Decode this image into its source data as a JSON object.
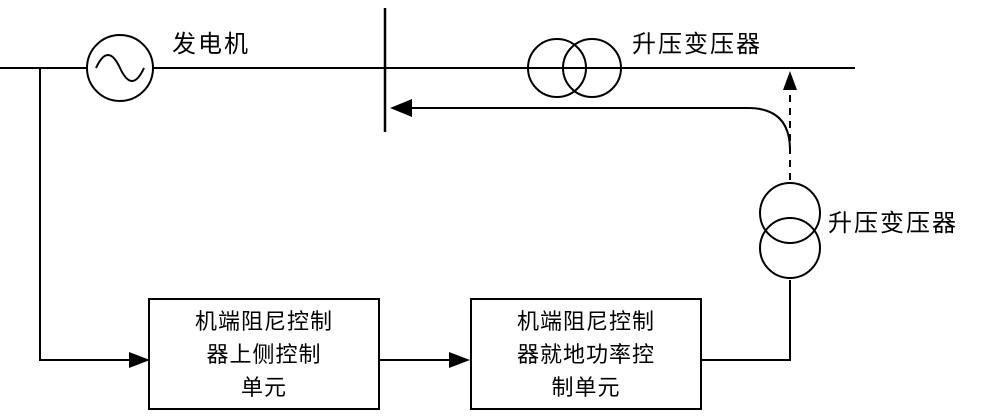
{
  "diagram": {
    "labels": {
      "generator": "发电机",
      "transformer_top": "升压变压器",
      "transformer_right": "升压变压器"
    },
    "boxes": {
      "left": {
        "lines": [
          "机端阻尼控制",
          "器上侧控制",
          "单元"
        ]
      },
      "right": {
        "lines": [
          "机端阻尼控制",
          "器就地功率控",
          "制单元"
        ]
      }
    },
    "colors": {
      "line": "#000000",
      "background": "#ffffff"
    }
  }
}
